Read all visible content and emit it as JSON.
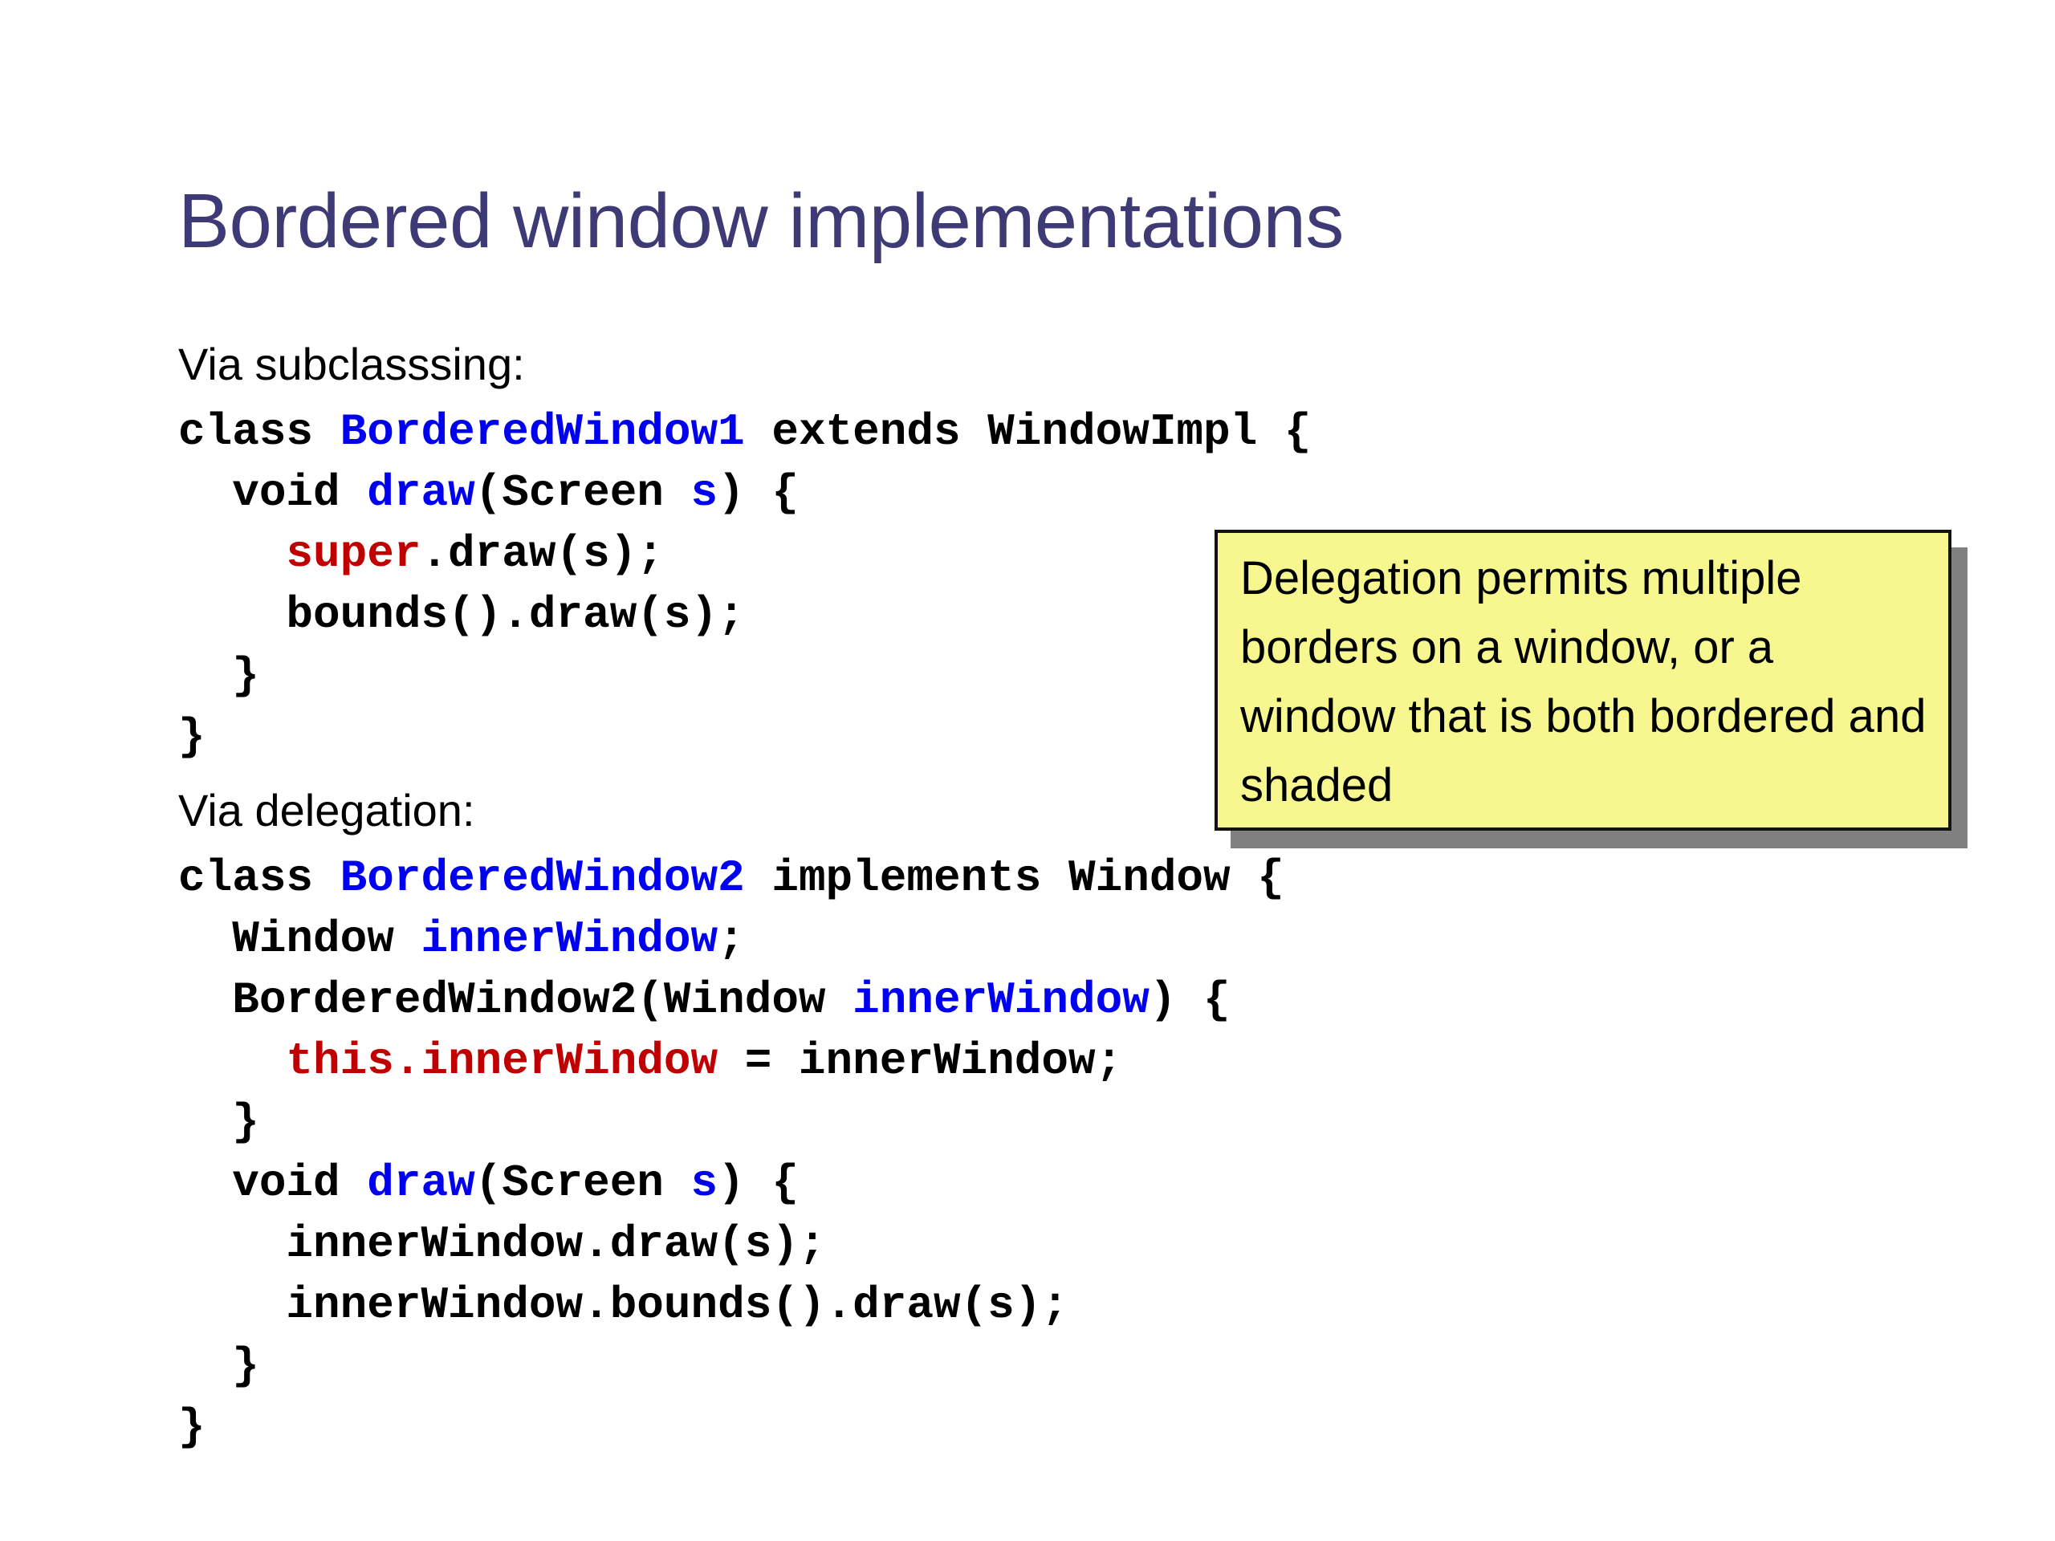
{
  "slide": {
    "title": "Bordered window implementations",
    "title_color": "#3E3A75",
    "background_color": "#FFFFFF"
  },
  "sections": [
    {
      "lead": "Via subclasssing:",
      "code_lines": [
        [
          {
            "t": "class ",
            "c": "black"
          },
          {
            "t": "BorderedWindow1",
            "c": "blue"
          },
          {
            "t": " extends WindowImpl {",
            "c": "black"
          }
        ],
        [
          {
            "t": "  void ",
            "c": "black"
          },
          {
            "t": "draw",
            "c": "blue"
          },
          {
            "t": "(Screen ",
            "c": "black"
          },
          {
            "t": "s",
            "c": "blue"
          },
          {
            "t": ") {",
            "c": "black"
          }
        ],
        [
          {
            "t": "    ",
            "c": "black"
          },
          {
            "t": "super",
            "c": "red"
          },
          {
            "t": ".draw(s);",
            "c": "black"
          }
        ],
        [
          {
            "t": "    bounds().draw(s);",
            "c": "black"
          }
        ],
        [
          {
            "t": "  }",
            "c": "black"
          }
        ],
        [
          {
            "t": "}",
            "c": "black"
          }
        ]
      ]
    },
    {
      "lead": "Via delegation:",
      "code_lines": [
        [
          {
            "t": "class ",
            "c": "black"
          },
          {
            "t": "BorderedWindow2",
            "c": "blue"
          },
          {
            "t": " implements Window {",
            "c": "black"
          }
        ],
        [
          {
            "t": "  Window ",
            "c": "black"
          },
          {
            "t": "innerWindow",
            "c": "blue"
          },
          {
            "t": ";",
            "c": "black"
          }
        ],
        [
          {
            "t": "  BorderedWindow2(Window ",
            "c": "black"
          },
          {
            "t": "innerWindow",
            "c": "blue"
          },
          {
            "t": ") {",
            "c": "black"
          }
        ],
        [
          {
            "t": "    ",
            "c": "black"
          },
          {
            "t": "this.innerWindow",
            "c": "red"
          },
          {
            "t": " = innerWindow;",
            "c": "black"
          }
        ],
        [
          {
            "t": "  }",
            "c": "black"
          }
        ],
        [
          {
            "t": "  void ",
            "c": "black"
          },
          {
            "t": "draw",
            "c": "blue"
          },
          {
            "t": "(Screen ",
            "c": "black"
          },
          {
            "t": "s",
            "c": "blue"
          },
          {
            "t": ") {",
            "c": "black"
          }
        ],
        [
          {
            "t": "    innerWindow.draw(s);",
            "c": "black"
          }
        ],
        [
          {
            "t": "    innerWindow.bounds().draw(s);",
            "c": "black"
          }
        ],
        [
          {
            "t": "  }",
            "c": "black"
          }
        ],
        [
          {
            "t": "}",
            "c": "black"
          }
        ]
      ]
    }
  ],
  "callout": {
    "text": "Delegation permits multiple borders on a window, or a window that is both bordered and shaded",
    "fill_color": "#F7F790",
    "border_color": "#111111",
    "shadow_color": "#808080"
  },
  "syntax_colors": {
    "black": "#000000",
    "blue": "#0000F0",
    "red": "#C00000"
  }
}
